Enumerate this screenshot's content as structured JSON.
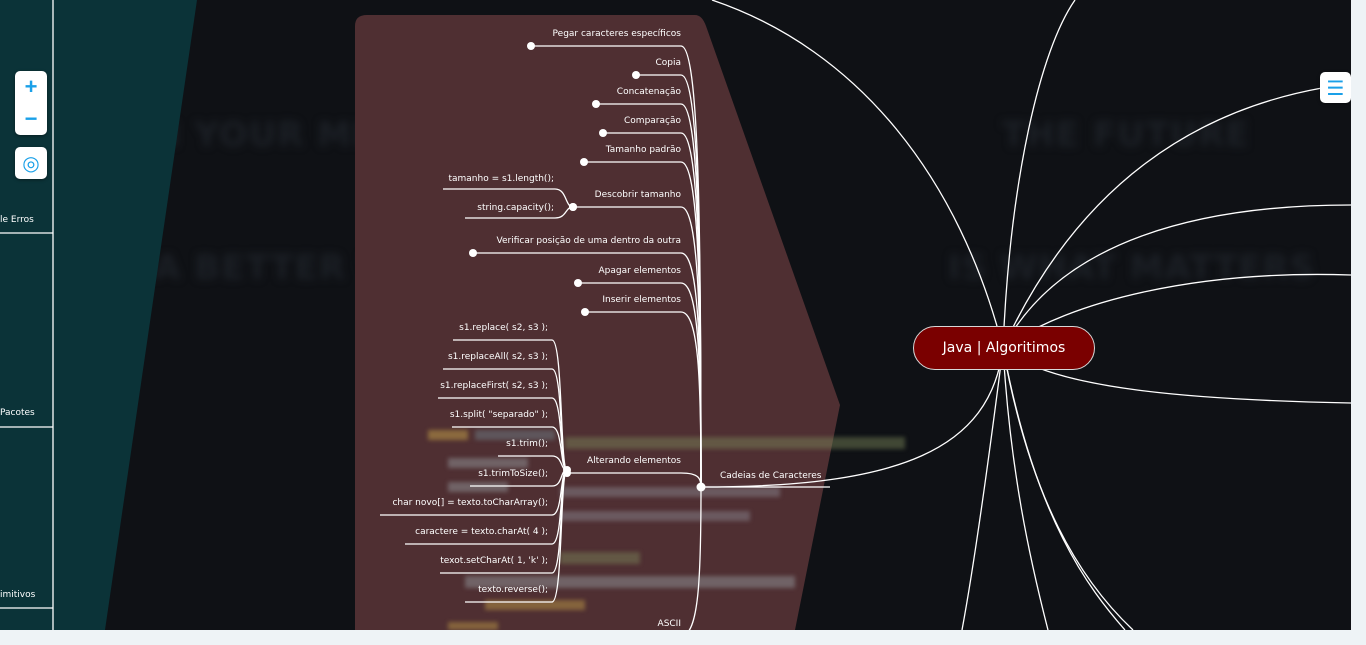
{
  "root": {
    "label": "Java | Algoritimos"
  },
  "branch": {
    "label": "Cadeias de Caracteres",
    "children": [
      "Pegar caracteres específicos",
      "Copia",
      "Concatenação",
      "Comparação",
      "Tamanho padrão",
      "Descobrir tamanho",
      "Verificar posição de uma dentro da outra",
      "Apagar elementos",
      "Inserir elementos",
      "Alterando elementos",
      "ASCII"
    ],
    "descobrir_tamanho_children": [
      "tamanho = s1.length();",
      "string.capacity();"
    ],
    "alterando_children": [
      "s1.replace( s2, s3 );",
      "s1.replaceAll( s2, s3 );",
      "s1.replaceFirst( s2, s3 );",
      "s1.split( \"separado\" );",
      "s1.trim();",
      "s1.trimToSize();",
      "char novo[] = texto.toCharArray();",
      "caractere = texto.charAt( 4 );",
      "texot.setCharAt( 1, 'k' );",
      "texto.reverse();"
    ]
  },
  "left_panel": {
    "labels": [
      "le Erros",
      "Pacotes",
      "imitivos"
    ]
  },
  "controls": {
    "zoom_in": "+",
    "zoom_out": "−",
    "locate": "◎",
    "menu": "☰"
  },
  "colors": {
    "background": "#0f1115",
    "root_fill": "#7a0000",
    "highlight_fill": "#4f2f32",
    "left_panel": "#0b3338",
    "accent": "#1aa0e8"
  }
}
